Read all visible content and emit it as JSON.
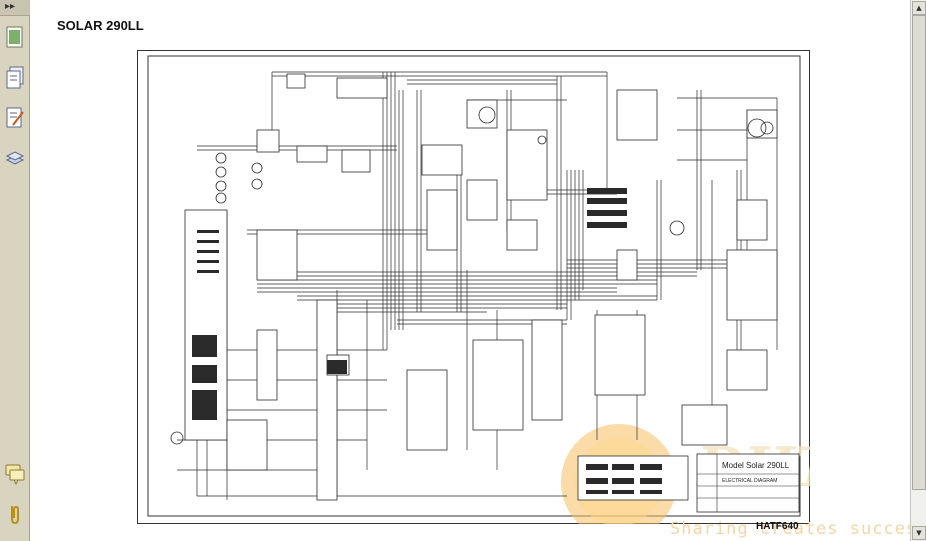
{
  "document": {
    "title": "SOLAR 290LL",
    "code": "HATF640",
    "watermark": "Sharing creates success"
  },
  "title_block": {
    "model": "Model Solar 290LL",
    "diagram": "ELECTRICAL DIAGRAM"
  },
  "sidebar": {
    "toggle_icon": "double-chevron-right-icon",
    "buttons": [
      {
        "name": "pages-panel-button",
        "icon": "page-icon"
      },
      {
        "name": "bookmarks-panel-button",
        "icon": "documents-icon"
      },
      {
        "name": "signatures-panel-button",
        "icon": "pen-document-icon"
      },
      {
        "name": "layers-panel-button",
        "icon": "layers-icon"
      },
      {
        "name": "comments-panel-button",
        "icon": "comment-icon"
      },
      {
        "name": "attachments-panel-button",
        "icon": "paperclip-icon"
      }
    ]
  },
  "colors": {
    "sidebar_bg": "#d8d4c0",
    "watermark": "#f7b44a",
    "wire": "#2a2a2a"
  }
}
